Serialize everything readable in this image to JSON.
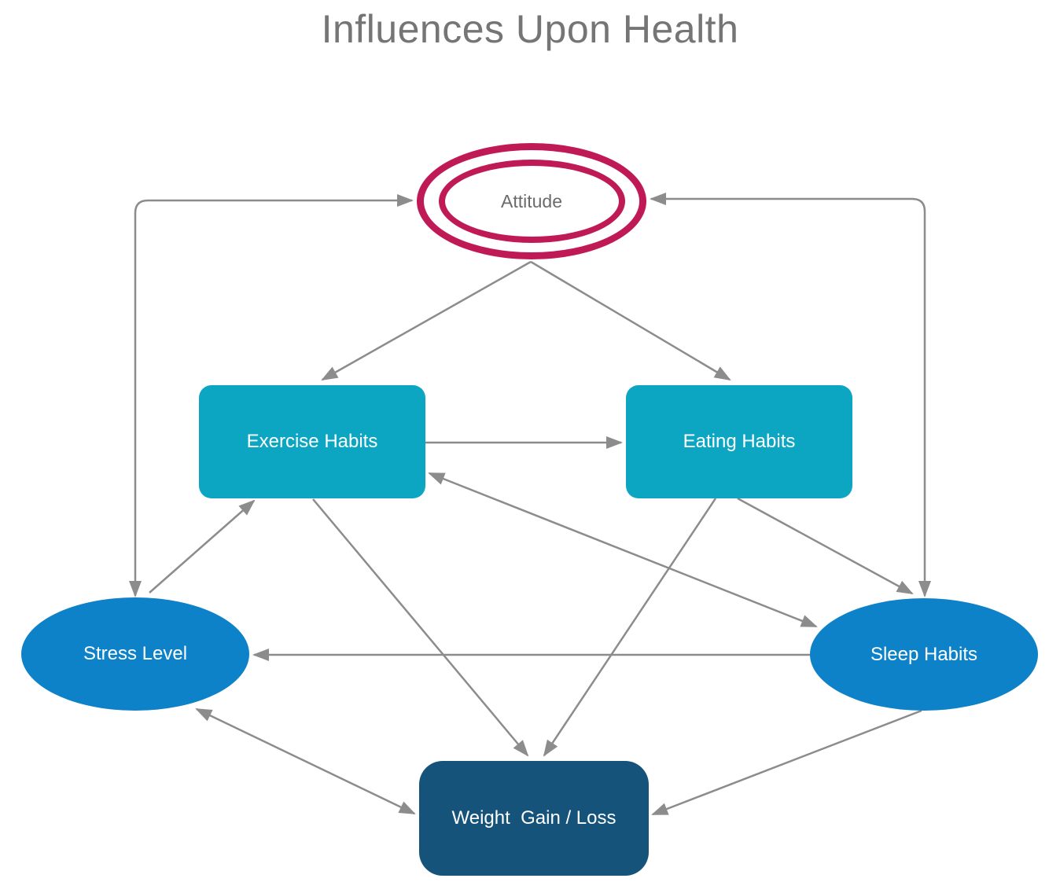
{
  "title": "Influences Upon Health",
  "colors": {
    "crimson": "#C01A56",
    "teal": "#0CA6C3",
    "blue": "#0E82C8",
    "navy": "#15537A",
    "line": "#8C8C8C",
    "titletext": "#757575",
    "attitudetext": "#6B6B6B"
  },
  "nodes": {
    "attitude": {
      "label": "Attitude",
      "shape": "double-ellipse"
    },
    "exercise": {
      "label": "Exercise Habits",
      "shape": "rounded-rect"
    },
    "eating": {
      "label": "Eating Habits",
      "shape": "rounded-rect"
    },
    "stress": {
      "label": "Stress Level",
      "shape": "ellipse"
    },
    "sleep": {
      "label": "Sleep Habits",
      "shape": "ellipse"
    },
    "weight": {
      "label": "Weight  Gain / Loss",
      "shape": "rounded-rect"
    }
  },
  "edges": [
    {
      "from": "stress",
      "to": "attitude",
      "bidirectional": true
    },
    {
      "from": "sleep",
      "to": "attitude",
      "bidirectional": true
    },
    {
      "from": "attitude",
      "to": "exercise",
      "bidirectional": false
    },
    {
      "from": "attitude",
      "to": "eating",
      "bidirectional": false
    },
    {
      "from": "exercise",
      "to": "eating",
      "bidirectional": false
    },
    {
      "from": "stress",
      "to": "exercise",
      "bidirectional": false
    },
    {
      "from": "sleep",
      "to": "exercise",
      "bidirectional": true
    },
    {
      "from": "eating",
      "to": "sleep",
      "bidirectional": false
    },
    {
      "from": "exercise",
      "to": "weight",
      "bidirectional": false
    },
    {
      "from": "eating",
      "to": "weight",
      "bidirectional": false
    },
    {
      "from": "sleep",
      "to": "stress",
      "bidirectional": false
    },
    {
      "from": "stress",
      "to": "weight",
      "bidirectional": true
    },
    {
      "from": "sleep",
      "to": "weight",
      "bidirectional": false
    }
  ]
}
